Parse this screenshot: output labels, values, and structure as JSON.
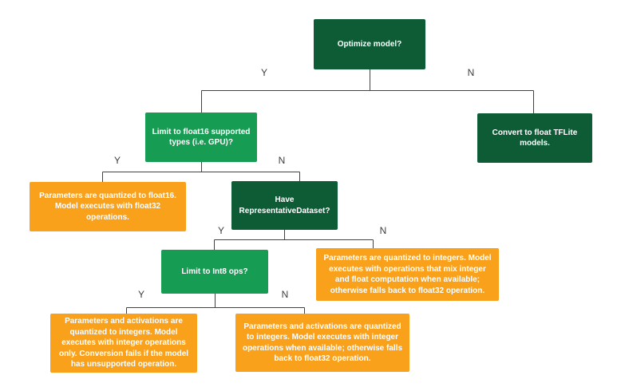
{
  "colors": {
    "dark_green": "#0d5c36",
    "green": "#179c53",
    "orange": "#f9a11b",
    "line": "#424242",
    "background": "#ffffff",
    "node_text": "#ffffff",
    "edge_label_text": "#3b3e40"
  },
  "nodes": {
    "optimize": {
      "label": "Optimize model?"
    },
    "float16": {
      "label": "Limit to float16 supported types (i.e. GPU)?"
    },
    "convert_float": {
      "label": "Convert to float TFLite models."
    },
    "float16_result": {
      "label": "Parameters are quantized to float16. Model executes with float32 operations."
    },
    "have_dataset": {
      "label": "Have RepresentativeDataset?"
    },
    "int8": {
      "label": "Limit to Int8 ops?"
    },
    "mixed_result": {
      "label": "Parameters are quantized to integers. Model executes with operations that mix integer and float computation when available; otherwise falls back to float32 operation."
    },
    "int8_result": {
      "label": "Parameters and activations are quantized to integers. Model executes with integer operations only. Conversion fails if the model has unsupported operation."
    },
    "int_fallback_result": {
      "label": "Parameters and activations are quantized to integers. Model executes with integer operations when available; otherwise falls back to float32 operation."
    }
  },
  "edge_labels": {
    "yes": "Y",
    "no": "N"
  }
}
